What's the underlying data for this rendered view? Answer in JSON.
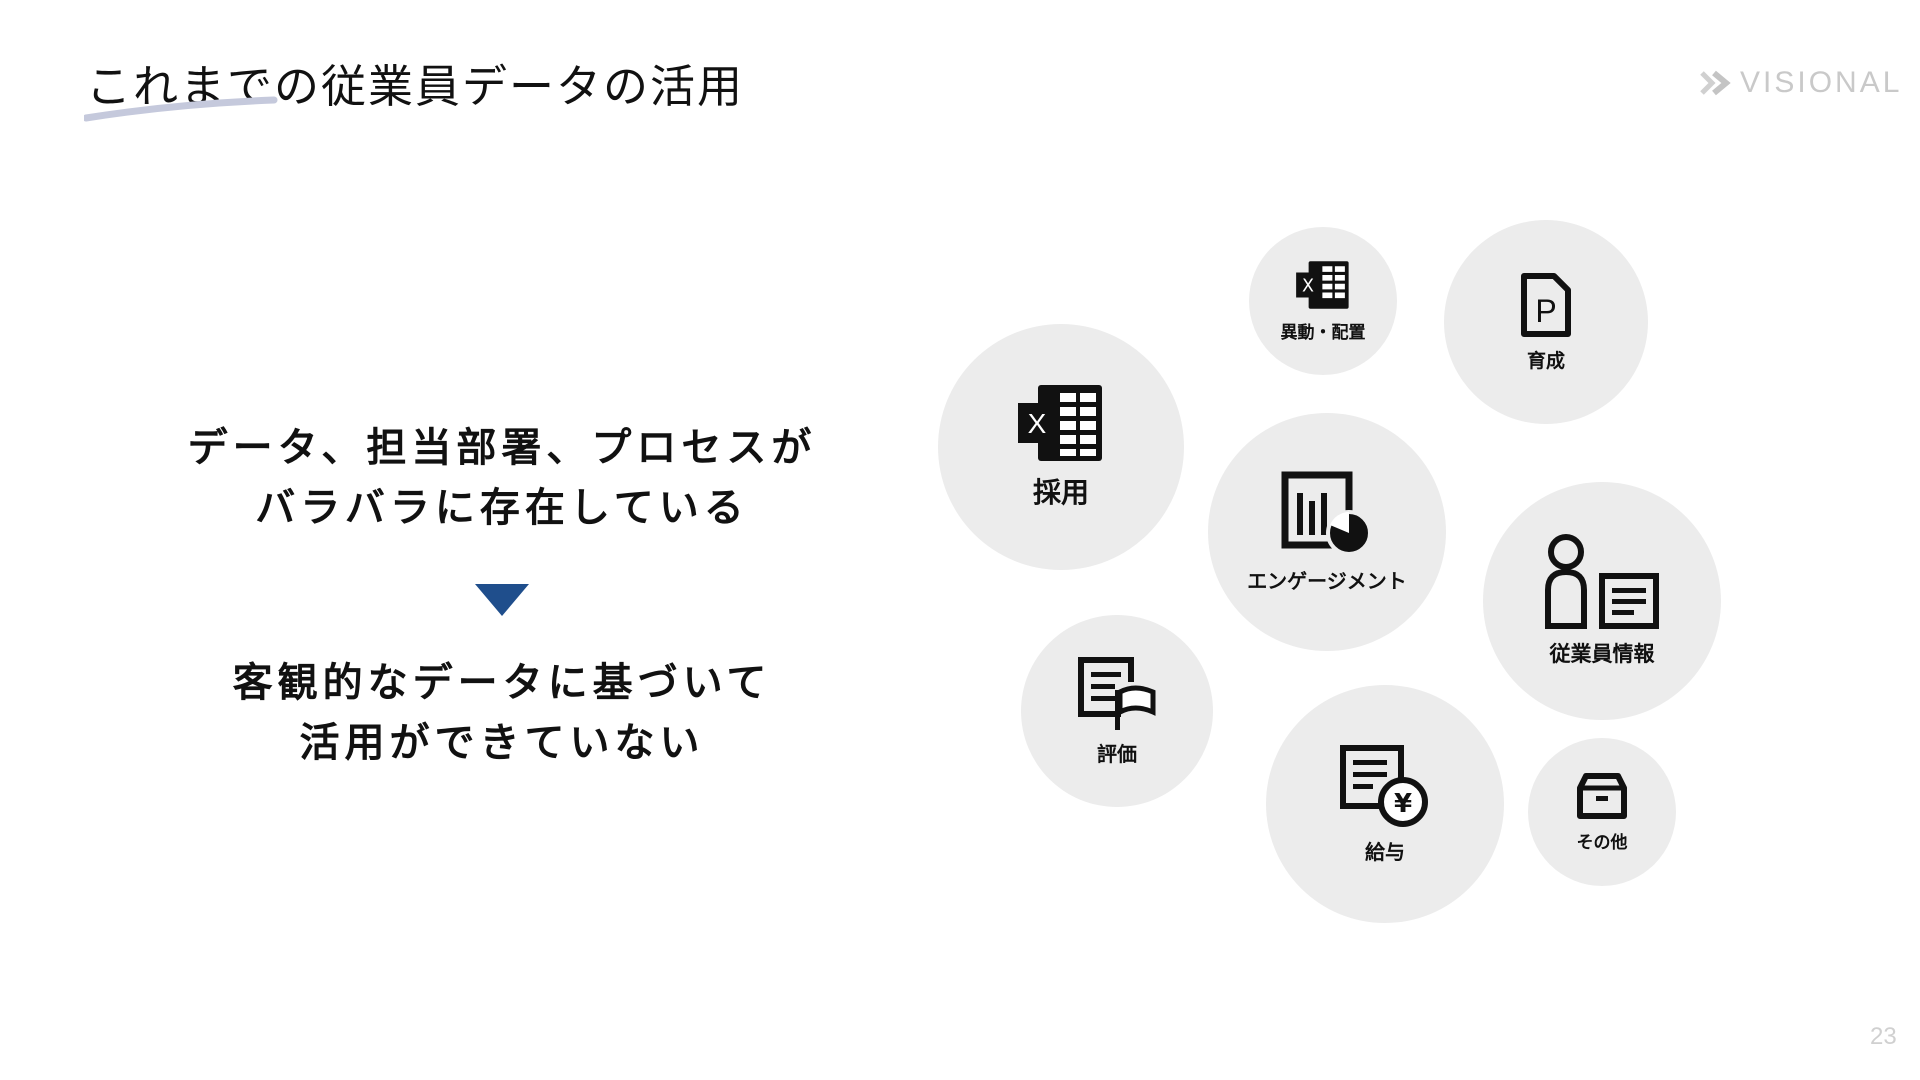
{
  "header": {
    "title": "これまでの従業員データの活用",
    "logo_text": "VISIONAL"
  },
  "message": {
    "problem_lines": [
      "データ、担当部署、プロセスが",
      "バラバラに存在している"
    ],
    "result_lines": [
      "客観的なデータに基づいて",
      "活用ができていない"
    ],
    "arrow_color": "#1f4e8c"
  },
  "bubbles": [
    {
      "label": "採用",
      "icon": "excel-icon"
    },
    {
      "label": "異動・配置",
      "icon": "excel-icon"
    },
    {
      "label": "育成",
      "icon": "powerpoint-file-icon"
    },
    {
      "label": "エンゲージメント",
      "icon": "chart-report-icon"
    },
    {
      "label": "従業員情報",
      "icon": "person-document-icon"
    },
    {
      "label": "評価",
      "icon": "document-flag-icon"
    },
    {
      "label": "給与",
      "icon": "document-yen-icon"
    },
    {
      "label": "その他",
      "icon": "box-icon"
    }
  ],
  "footer": {
    "page_number": "23"
  }
}
